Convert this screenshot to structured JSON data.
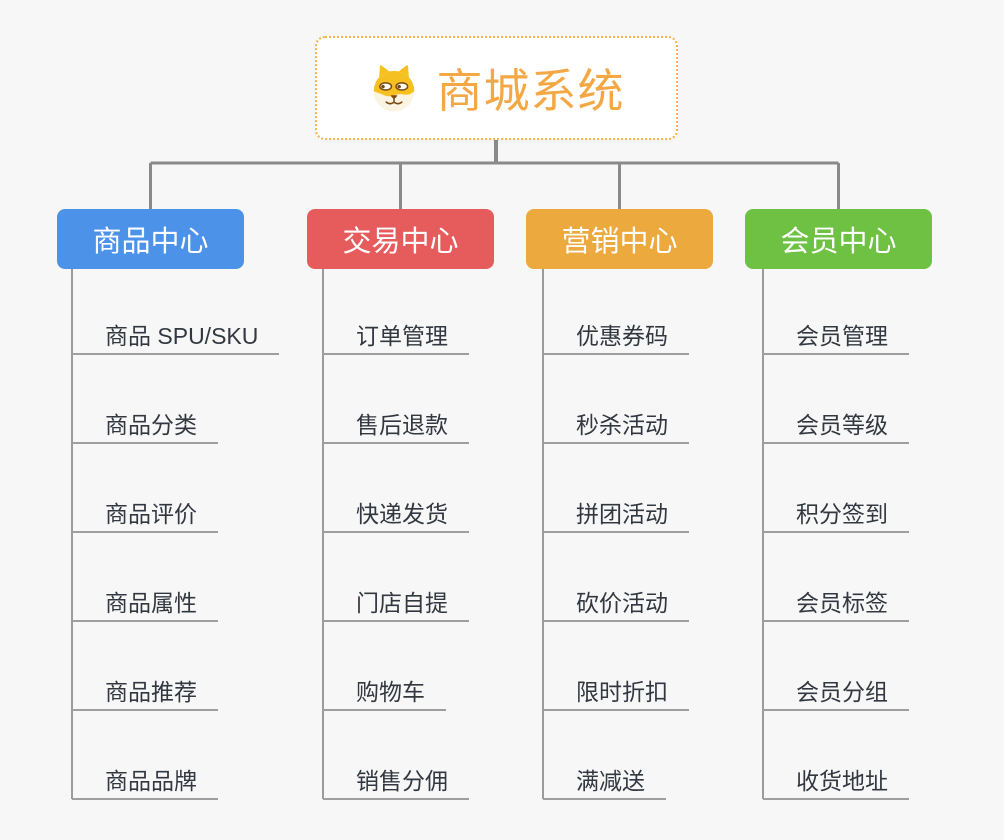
{
  "root": {
    "title": "商城系统",
    "icon": "dog-icon"
  },
  "branches": [
    {
      "label": "商品中心",
      "color": "#4B92E8",
      "items": [
        "商品 SPU/SKU",
        "商品分类",
        "商品评价",
        "商品属性",
        "商品推荐",
        "商品品牌"
      ]
    },
    {
      "label": "交易中心",
      "color": "#E65C5C",
      "items": [
        "订单管理",
        "售后退款",
        "快递发货",
        "门店自提",
        "购物车",
        "销售分佣"
      ]
    },
    {
      "label": "营销中心",
      "color": "#ECA93E",
      "items": [
        "优惠券码",
        "秒杀活动",
        "拼团活动",
        "砍价活动",
        "限时折扣",
        "满减送"
      ]
    },
    {
      "label": "会员中心",
      "color": "#6EC143",
      "items": [
        "会员管理",
        "会员等级",
        "积分签到",
        "会员标签",
        "会员分组",
        "收货地址"
      ]
    }
  ],
  "colors": {
    "background": "#F7F7F7",
    "root_title": "#F4A845",
    "root_border": "#F5B34A",
    "connector": "#8A8A8A",
    "trunk": "#9B9B9B",
    "underline": "#9E9E9E",
    "item_text": "#333840"
  }
}
